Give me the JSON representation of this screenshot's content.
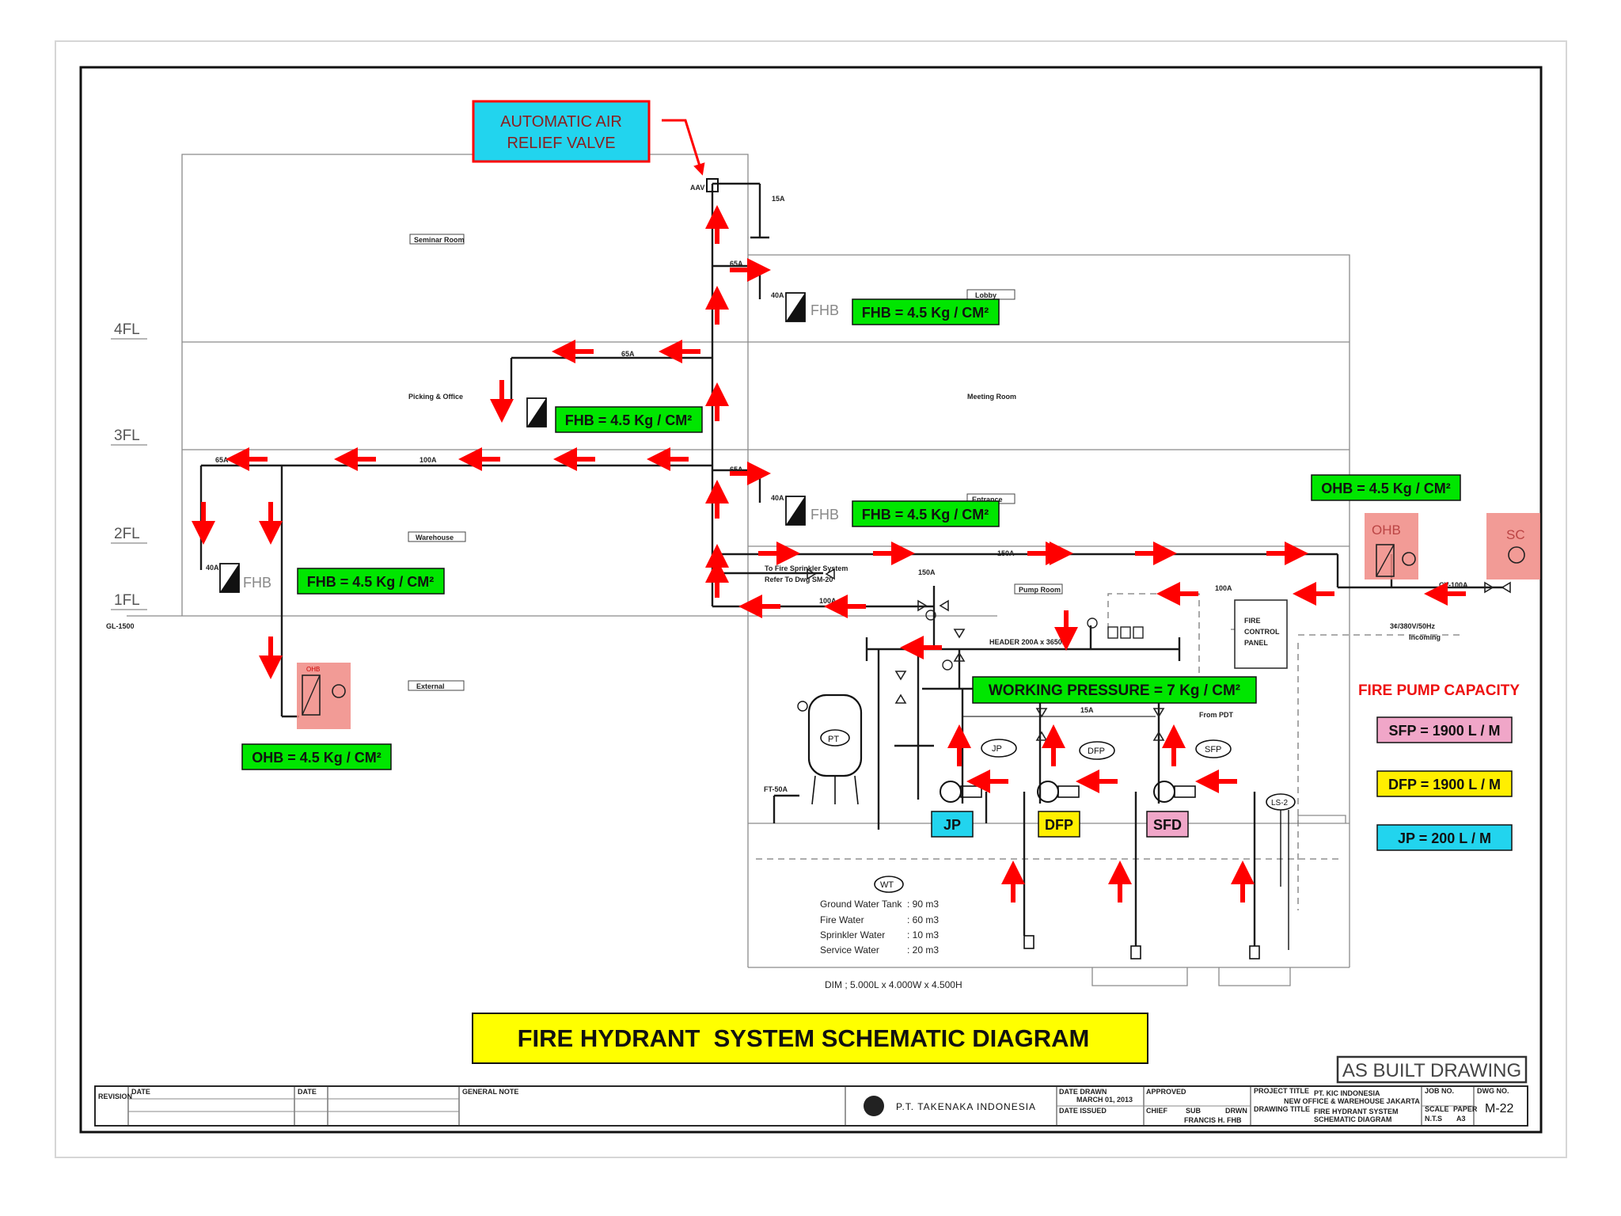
{
  "title": "FIRE HYDRANT  SYSTEM SCHEMATIC DIAGRAM",
  "stamp": "AS BUILT DRAWING",
  "callouts": {
    "aav": [
      "AUTOMATIC AIR",
      "RELIEF  VALVE"
    ],
    "fhb_4fl": "FHB  = 4.5 Kg / CM²",
    "fhb_3fl": "FHB  = 4.5 Kg / CM²",
    "fhb_2fl": "FHB  = 4.5 Kg / CM²",
    "fhb_1fl": "FHB  = 4.5 Kg / CM²",
    "ohb_left": "OHB  = 4.5 Kg / CM²",
    "ohb_right": "OHB  = 4.5 Kg / CM²",
    "working_pressure": "WORKING PRESSURE = 7 Kg / CM²",
    "pump_labels": {
      "jp": "JP",
      "dfp": "DFP",
      "sfd": "SFD"
    }
  },
  "pump_capacity": {
    "heading": "FIRE PUMP CAPACITY",
    "items": [
      "SFP = 1900 L / M",
      "DFP = 1900 L / M",
      "JP = 200 L / M"
    ]
  },
  "floors": [
    "4FL",
    "3FL",
    "2FL",
    "1FL"
  ],
  "ground_level": "GL-1500",
  "rooms": {
    "seminar": "Seminar Room",
    "lobby": "Lobby",
    "picking": "Picking & Office",
    "meeting": "Meeting Room",
    "warehouse": "Warehouse",
    "entrance": "Entrance",
    "external": "External",
    "pump_room": "Pump Room"
  },
  "equipment": {
    "fhb": "FHB",
    "ohb": "OHB",
    "sc": "SC",
    "aav": "AAV",
    "pt": "PT",
    "wt": "WT",
    "jp": "JP",
    "dfp": "DFP",
    "sfp": "SFP",
    "ls": "LS-2",
    "fcp": [
      "FIRE",
      "CONTROL",
      "PANEL"
    ],
    "header": "HEADER 200A x 3650L",
    "power": [
      "3¢/380V/50Hz",
      "Incoming"
    ],
    "sprinkler_note": [
      "To Fire Sprinkler System",
      "Refer To Dwg SM-20"
    ],
    "from_pdt": "From PDT",
    "cv": "CV-100A",
    "ft": "FT-50A"
  },
  "pipe_sizes": {
    "p150": "150A",
    "p100": "100A",
    "p65": "65A",
    "p15": "15A",
    "p40": "40A"
  },
  "tank": {
    "rows": [
      {
        "label": "Ground  Water  Tank",
        "value": ":  90  m3"
      },
      {
        "label": "Fire  Water",
        "value": ":  60  m3"
      },
      {
        "label": "Sprinkler  Water",
        "value": ":  10  m3"
      },
      {
        "label": "Service  Water",
        "value": ":  20  m3"
      }
    ],
    "dim": "DIM ; 5.000L x 4.000W x 4.500H"
  },
  "title_block": {
    "company": "P.T. TAKENAKA INDONESIA",
    "project_title": [
      "PT. KIC INDONESIA",
      "NEW OFFICE & WAREHOUSE JAKARTA"
    ],
    "drawing_title": [
      "FIRE HYDRANT SYSTEM",
      "SCHEMATIC DIAGRAM"
    ],
    "date": "MARCH 01, 2013",
    "drawing_no": "M-22",
    "labels": {
      "revision": "REVISION",
      "date": "DATE",
      "general_note": "GENERAL NOTE",
      "date_drawn": "DATE DRAWN",
      "approved": "APPROVED",
      "date_issued": "DATE ISSUED",
      "project_title": "PROJECT TITLE",
      "drawing_title": "DRAWING TITLE",
      "job_no": "JOB NO.",
      "dwg_no": "DWG NO.",
      "scale": "SCALE",
      "paper": "PAPER",
      "chief": "CHIEF",
      "sub": "SUB",
      "drwn": "DRWN"
    },
    "scale": "N.T.S",
    "paper": "A3",
    "sub_name": "FRANCIS H.",
    "drwn_name": "FHB"
  }
}
